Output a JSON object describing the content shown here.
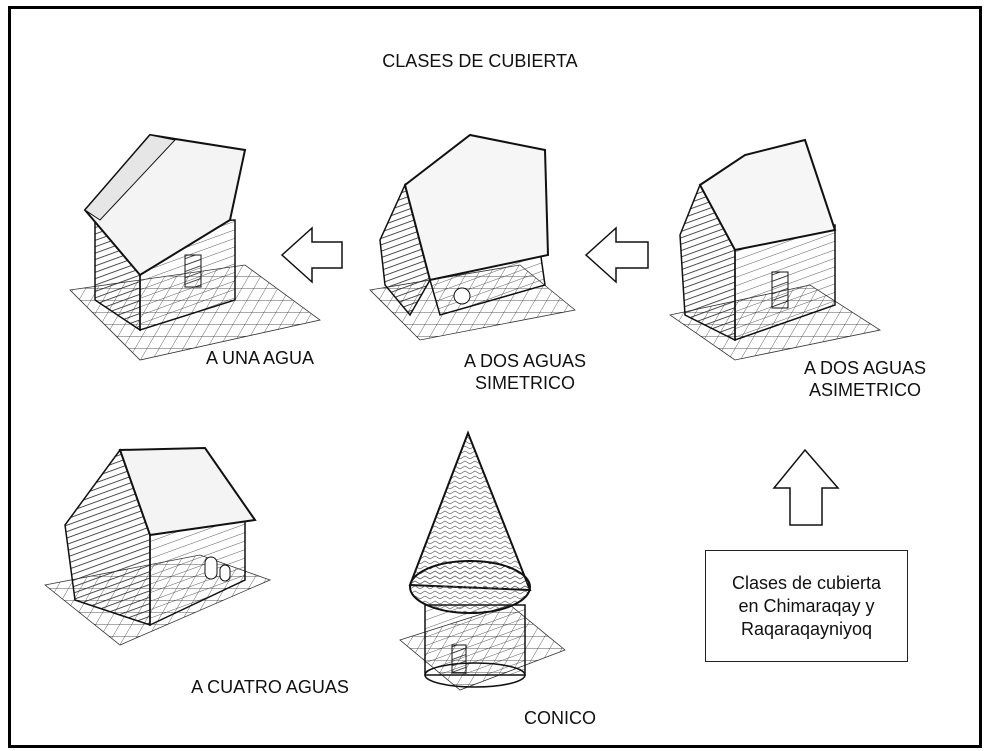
{
  "title": "CLASES DE CUBIERTA",
  "figures": {
    "una_agua": "A UNA AGUA",
    "dos_aguas_simetrico": "A DOS AGUAS\nSIMETRICO",
    "dos_aguas_asimetrico": "A DOS AGUAS\nASIMETRICO",
    "cuatro_aguas": "A CUATRO AGUAS",
    "conico": "CONICO"
  },
  "note": "Clases de cubierta\nen Chimaraqay y\nRaqaraqayniyoq"
}
